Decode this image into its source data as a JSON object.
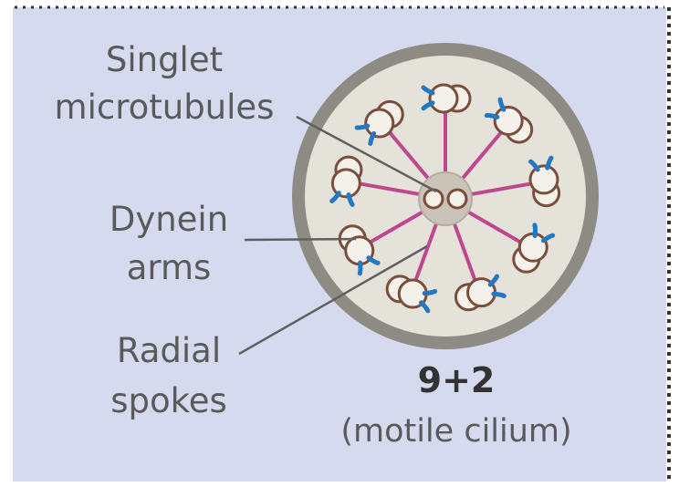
{
  "labels": {
    "singlet_line1": "Singlet",
    "singlet_line2": "microtubules",
    "dynein_line1": "Dynein",
    "dynein_line2": "arms",
    "radial_line1": "Radial",
    "radial_line2": "spokes",
    "structure_formula": "9+2",
    "structure_type": "(motile cilium)"
  },
  "colors": {
    "panel_background": "#d5daee",
    "membrane": "#8d8b84",
    "interior": "#e5e3d9",
    "microtubule_outline": "#7a4d3c",
    "microtubule_fill": "#f4f1ea",
    "radial_spoke": "#c0478f",
    "dynein_arm": "#2378c4",
    "leader_line": "#606060",
    "text": "#5a5a5a",
    "border_dots": "#333333"
  }
}
